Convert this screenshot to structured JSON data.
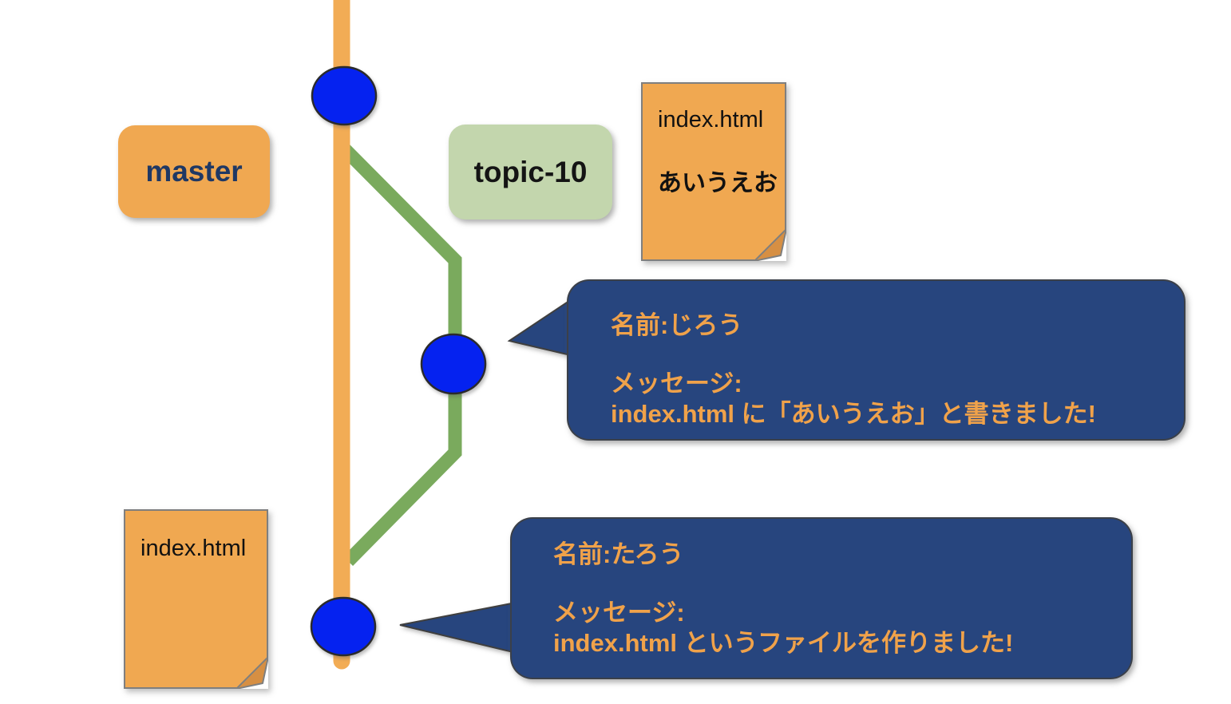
{
  "colors": {
    "orange": "#F0A851",
    "orange_line": "#F2AC55",
    "orange_fold": "#D68F43",
    "green_line": "#7AAA5D",
    "green_label_bg": "#C3D6AD",
    "navy": "#27457E",
    "bubble_text_orange": "#F0A24A",
    "dot_blue": "#0522F0",
    "master_text": "#1F3864",
    "topic_text": "#141414",
    "note_text": "#111111",
    "note_border": "#7F7F7F"
  },
  "labels": {
    "master": "master",
    "topic": "topic-10"
  },
  "notes": {
    "top_right": {
      "filename": "index.html",
      "content": "あいうえお"
    },
    "bottom_left": {
      "filename": "index.html"
    }
  },
  "bubbles": {
    "jirou": {
      "name_line": "名前:じろう",
      "message_label": "メッセージ:",
      "message_text": "index.html に「あいうえお」と書きました!"
    },
    "tarou": {
      "name_line": "名前:たろう",
      "message_label": "メッセージ:",
      "message_text": "index.html というファイルを作りました!"
    }
  }
}
